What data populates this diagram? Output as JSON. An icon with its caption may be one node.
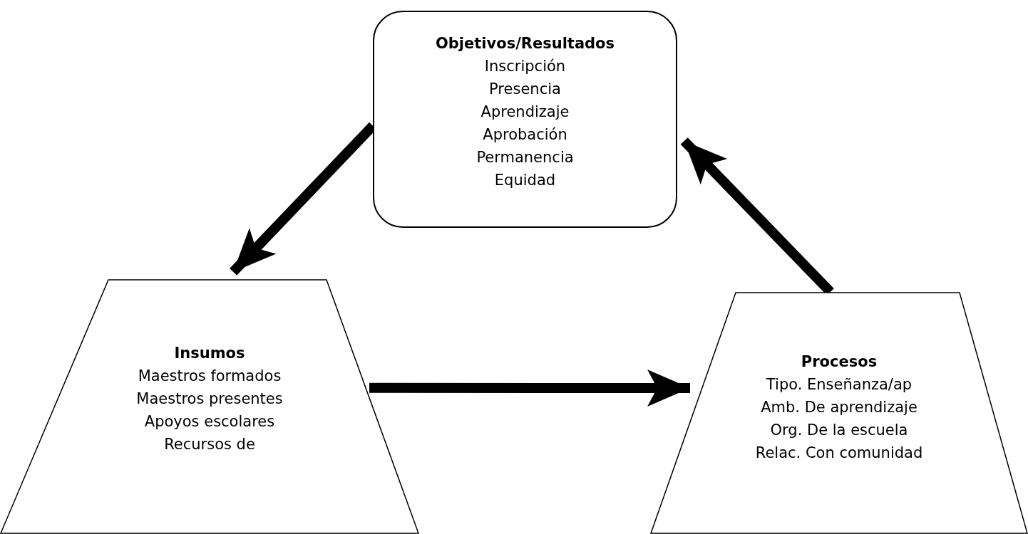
{
  "diagram": {
    "nodes": [
      {
        "text": [
          "Objetivos/Resultados",
          "Inscripción",
          "Presencia",
          "Aprendizaje",
          "Aprobación",
          "Permanencia",
          "Equidad"
        ]
      },
      {
        "text": [
          "Insumos",
          "Maestros formados",
          "Maestros presentes",
          "Apoyos escolares",
          "Recursos de"
        ]
      },
      {
        "text": [
          "Procesos",
          "Tipo. Enseñanza/ap",
          "Amb. De aprendizaje",
          "Org. De la escuela",
          "Relac. Con comunidad"
        ]
      }
    ],
    "edges": [
      {
        "from": 0,
        "to": 1,
        "arrow": "to"
      },
      {
        "from": 1,
        "to": 2,
        "arrow": "to"
      },
      {
        "from": 2,
        "to": 0,
        "arrow": "to"
      }
    ]
  }
}
